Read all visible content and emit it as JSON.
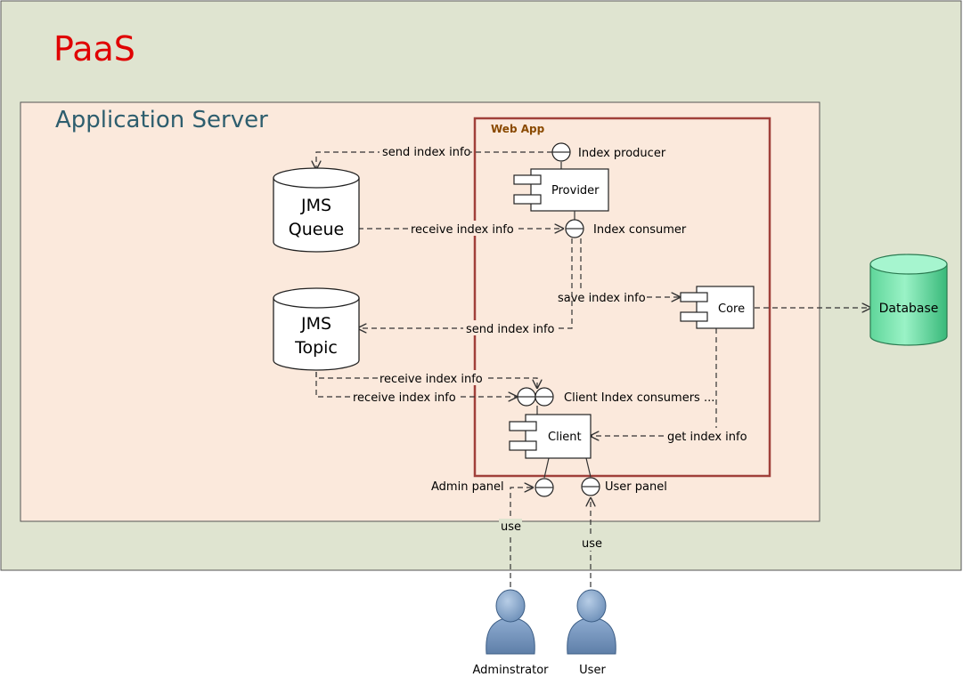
{
  "paas": {
    "title": "PaaS"
  },
  "app_server": {
    "title": "Application Server"
  },
  "web_app": {
    "title": "Web App"
  },
  "queues": {
    "jms_queue": [
      "JMS",
      "Queue"
    ],
    "jms_topic": [
      "JMS",
      "Topic"
    ]
  },
  "components": {
    "provider": "Provider",
    "core": "Core",
    "client": "Client"
  },
  "database": "Database",
  "interfaces": {
    "index_producer": "Index producer",
    "index_consumer": "Index consumer",
    "client_index_consumers": "Client Index consumers ...",
    "admin_panel": "Admin panel",
    "user_panel": "User panel"
  },
  "edges": {
    "send_index_info_queue": "send index info",
    "receive_index_info_queue": "receive index info",
    "save_index_info": "save index info",
    "send_index_info_topic": "send index info",
    "receive_index_info_topic_1": "receive index info",
    "receive_index_info_topic_2": "receive index info",
    "get_index_info": "get index info",
    "use_admin": "use",
    "use_user": "use"
  },
  "actors": {
    "administrator": "Adminstrator",
    "user": "User"
  },
  "colors": {
    "paas_bg": "#dfe4d0",
    "app_server_bg": "#fbe9dc",
    "web_app_border": "#a0403a",
    "paas_title": "#e00000",
    "app_server_title": "#2e5e6e",
    "web_app_title": "#8a4a00",
    "database_fill": "#7de8b4",
    "actor_fill": "#7f9fc4"
  }
}
